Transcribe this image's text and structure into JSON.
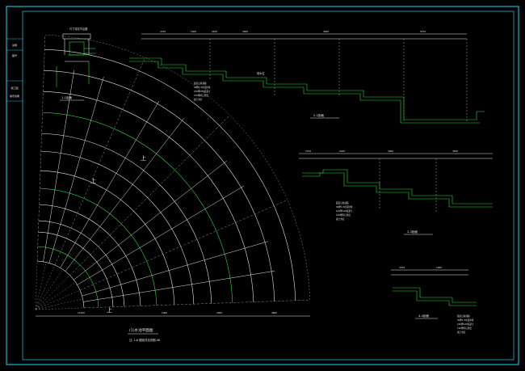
{
  "colors": {
    "background": "#000000",
    "frame": "#1fb5d6",
    "white_line": "#e6e6e6",
    "green_line": "#29d83a",
    "dashed_line": "#8f8f8f",
    "text": "#e6e6e6"
  },
  "title_block": {
    "labels": [
      "说明",
      "图号",
      "施工图",
      "编号说明"
    ]
  },
  "drawings": {
    "plan_title": "(1)水池平面图",
    "plan_note": "注: 1:8  图纸详见详图-06",
    "section_a_title": "1-1剖面",
    "section_b_title": "2-2剖面",
    "section_c_title": "3-3剖面",
    "section_d_title": "4-4剖面",
    "detail_title": "尺寸详见节点图",
    "water_level": "常水位",
    "up_label": "上",
    "dims_top": [
      "2700",
      "1000",
      "2400",
      "3900",
      "4000",
      "5070"
    ],
    "dims_mid": [
      "2700",
      "2400",
      "3000",
      "3500"
    ],
    "dims_low": [
      "2700",
      "1000"
    ],
    "dims_plan": [
      "17200",
      "1000",
      "3000",
      "4800"
    ]
  },
  "layer_notes": [
    "面层石材铺贴",
    "30厚1:3水泥砂浆",
    "100厚C20混凝土",
    "150厚碎石垫层",
    "素土夯实"
  ]
}
